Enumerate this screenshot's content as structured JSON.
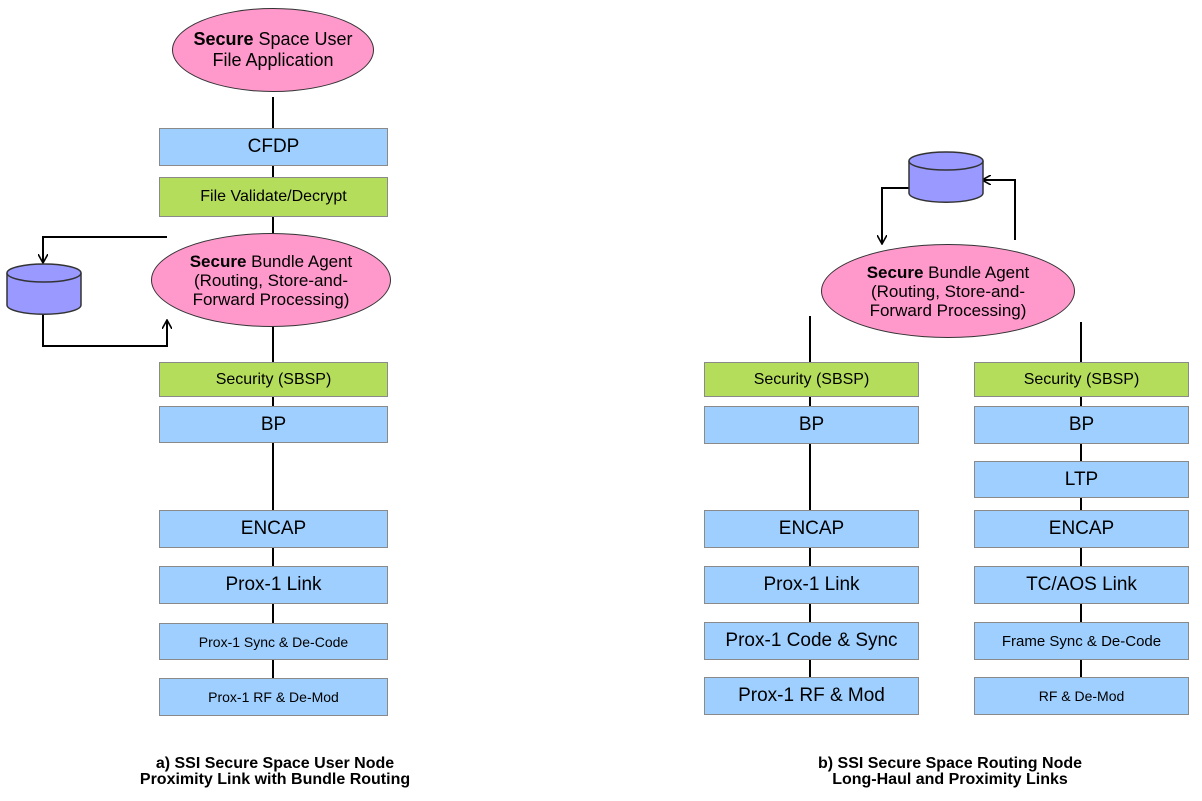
{
  "left": {
    "user_app": {
      "bold": "Secure",
      "rest": " Space User",
      "line2": "File Application"
    },
    "cfdp": "CFDP",
    "file_validate": "File Validate/Decrypt",
    "agent": {
      "bold": "Secure",
      "rest": " Bundle Agent",
      "line2": "(Routing, Store-and-",
      "line3": "Forward Processing)"
    },
    "security": "Security (SBSP)",
    "bp": "BP",
    "encap": "ENCAP",
    "prox_link": "Prox-1 Link",
    "sync_decode": "Prox-1 Sync & De-Code",
    "rf_demod": "Prox-1 RF & De-Mod",
    "caption_line1": "a) SSI Secure Space User Node",
    "caption_line2": "Proximity Link with Bundle Routing"
  },
  "right": {
    "agent": {
      "bold": "Secure",
      "rest": " Bundle Agent",
      "line2": "(Routing, Store-and-",
      "line3": "Forward Processing)"
    },
    "prox_stack": {
      "security": "Security (SBSP)",
      "bp": "BP",
      "encap": "ENCAP",
      "link": "Prox-1 Link",
      "code_sync": "Prox-1 Code & Sync",
      "rf_mod": "Prox-1 RF & Mod"
    },
    "longhaul_stack": {
      "security": "Security (SBSP)",
      "bp": "BP",
      "ltp": "LTP",
      "encap": "ENCAP",
      "link": "TC/AOS Link",
      "frame_sync": "Frame Sync & De-Code",
      "rf_demod": "RF & De-Mod"
    },
    "caption_line1": "b) SSI Secure Space Routing Node",
    "caption_line2": "Long-Haul and Proximity Links"
  },
  "colors": {
    "blue": "#9fcfff",
    "green": "#b5dd5c",
    "pink": "#ff99cc",
    "storage": "#9999ff"
  }
}
